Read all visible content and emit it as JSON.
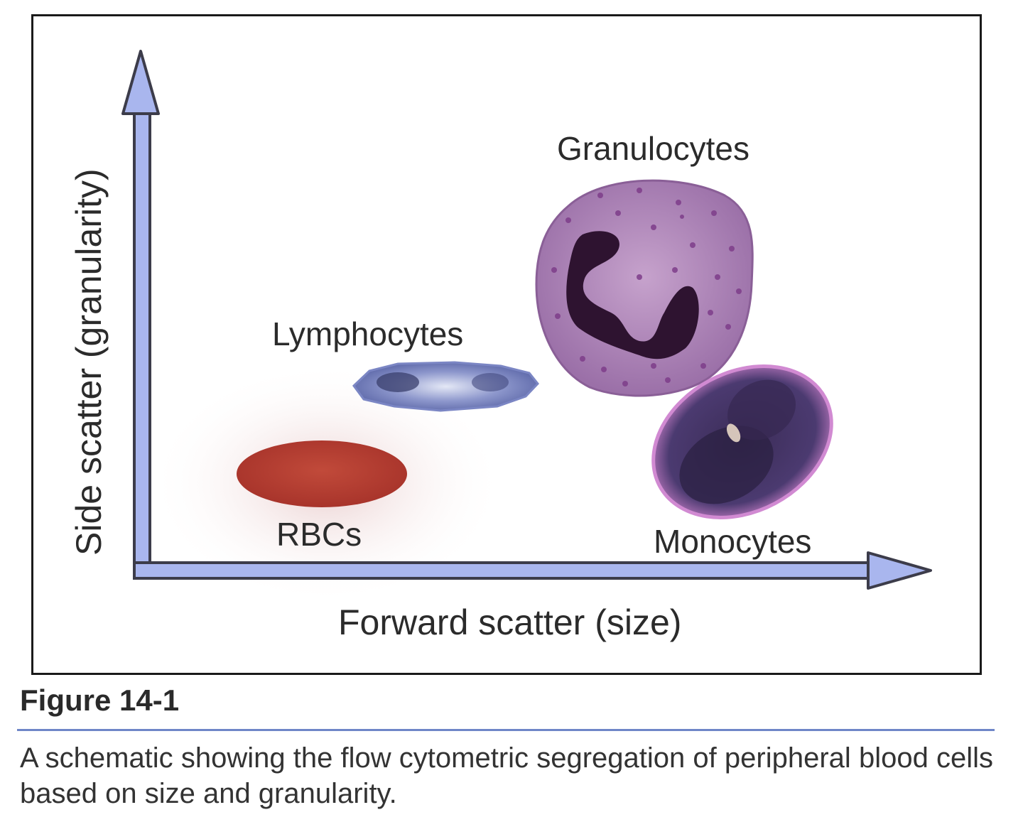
{
  "axes": {
    "x_label": "Forward scatter (size)",
    "y_label": "Side scatter (granularity)"
  },
  "cells": {
    "granulocytes": "Granulocytes",
    "lymphocytes": "Lymphocytes",
    "rbcs": "RBCs",
    "monocytes": "Monocytes"
  },
  "figure": {
    "title": "Figure 14-1",
    "caption": "A schematic showing the flow cytometric segregation of peripheral blood cells based on size and granularity."
  },
  "colors": {
    "axis_arrow": "#a9b6ee",
    "rbc": "#b4392d",
    "lymphocyte": "#7f8bc6",
    "granulocyte": "#a87fb3",
    "monocyte": "#3d2f5a",
    "rule": "#6f86c8"
  }
}
